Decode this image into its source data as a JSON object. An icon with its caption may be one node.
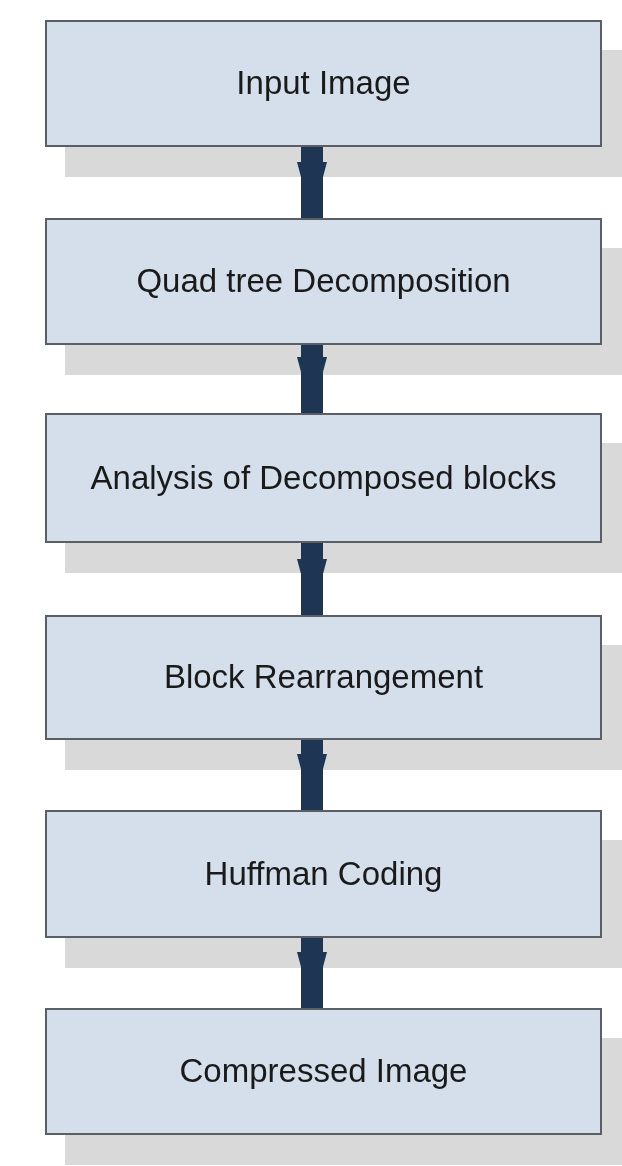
{
  "diagram": {
    "nodes": [
      {
        "text": [
          "Input Image"
        ]
      },
      {
        "text": [
          "Quad tree Decomposition"
        ]
      },
      {
        "text": [
          "Analysis of Decomposed blocks"
        ]
      },
      {
        "text": [
          "Block Rearrangement"
        ]
      },
      {
        "text": [
          "Huffman Coding"
        ]
      },
      {
        "text": [
          "Compressed Image"
        ]
      }
    ],
    "edges": [
      {
        "from": 0,
        "to": 1,
        "arrow": "to"
      },
      {
        "from": 1,
        "to": 2,
        "arrow": "to"
      },
      {
        "from": 2,
        "to": 3,
        "arrow": "to"
      },
      {
        "from": 3,
        "to": 4,
        "arrow": "to"
      },
      {
        "from": 4,
        "to": 5,
        "arrow": "to"
      }
    ]
  }
}
